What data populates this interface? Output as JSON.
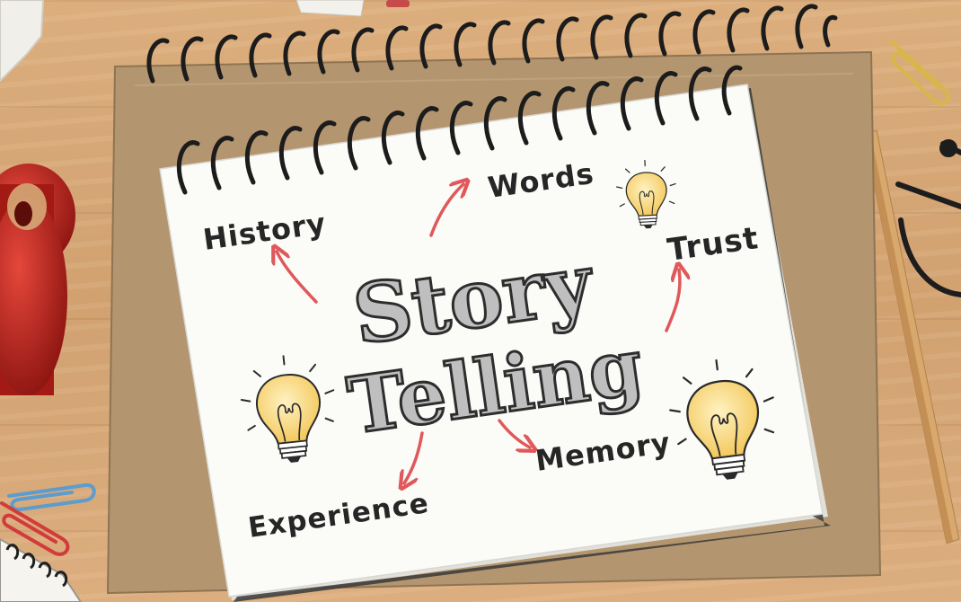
{
  "title": {
    "line1": "Story",
    "line2": "Telling"
  },
  "words": {
    "history": "History",
    "words": "Words",
    "trust": "Trust",
    "memory": "Memory",
    "experience": "Experience"
  },
  "colors": {
    "arrow": "#e0585a",
    "ink": "#262626",
    "bulb": "#f7d57a",
    "cardboard": "#b99c78",
    "paper": "#fbfbf8",
    "desk": "#d6a877"
  },
  "icons": [
    "light-bulb-icon",
    "paper-clip-icon",
    "eyeglasses-icon",
    "pencil-icon",
    "spiral-binding"
  ]
}
